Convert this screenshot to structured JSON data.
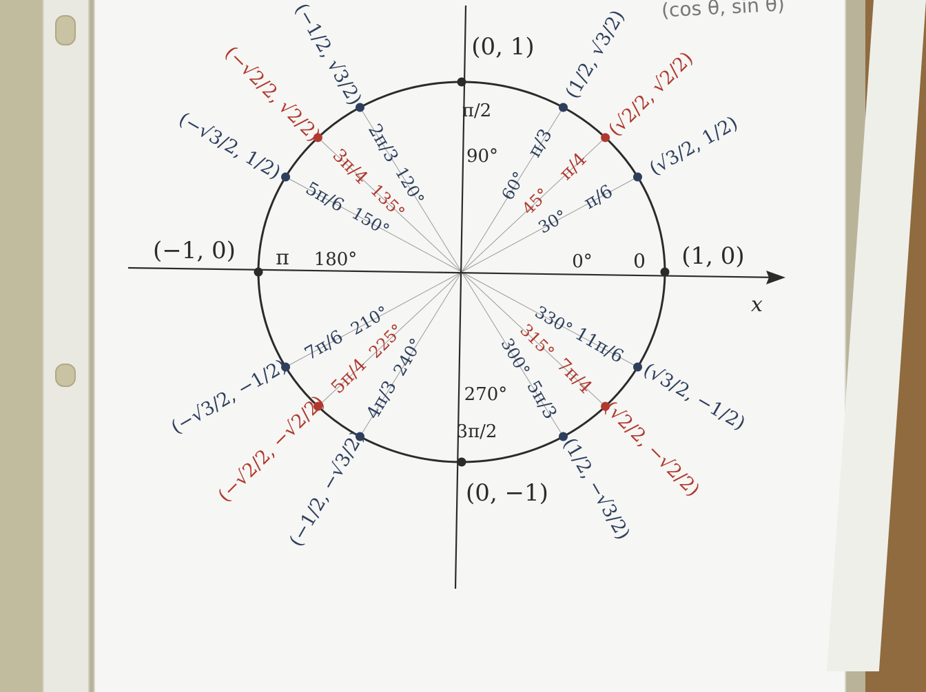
{
  "background": {
    "poster_color": "#f6f6f4",
    "wall_color": "#b9b39a",
    "corner_scribble": "(cos θ, sin θ)"
  },
  "colors": {
    "black": "#2b2b2b",
    "red": "#b0392e",
    "blue": "#2e3f5e"
  },
  "axis": {
    "x_label": "x"
  },
  "axis_points": {
    "right": "(1, 0)",
    "top": "(0, 1)",
    "left": "(−1, 0)",
    "bottom": "(0, −1)"
  },
  "angles": [
    {
      "deg": 0,
      "degree_label": "0°",
      "radian_label": "0",
      "coord": "(1, 0)",
      "color": "black"
    },
    {
      "deg": 30,
      "degree_label": "30°",
      "radian_label": "π/6",
      "coord": "(√3/2, 1/2)",
      "color": "blue"
    },
    {
      "deg": 45,
      "degree_label": "45°",
      "radian_label": "π/4",
      "coord": "(√2/2, √2/2)",
      "color": "red"
    },
    {
      "deg": 60,
      "degree_label": "60°",
      "radian_label": "π/3",
      "coord": "(1/2, √3/2)",
      "color": "blue"
    },
    {
      "deg": 90,
      "degree_label": "90°",
      "radian_label": "π/2",
      "coord": "(0, 1)",
      "color": "black"
    },
    {
      "deg": 120,
      "degree_label": "120°",
      "radian_label": "2π/3",
      "coord": "(−1/2, √3/2)",
      "color": "blue"
    },
    {
      "deg": 135,
      "degree_label": "135°",
      "radian_label": "3π/4",
      "coord": "(−√2/2, √2/2)",
      "color": "red"
    },
    {
      "deg": 150,
      "degree_label": "150°",
      "radian_label": "5π/6",
      "coord": "(−√3/2, 1/2)",
      "color": "blue"
    },
    {
      "deg": 180,
      "degree_label": "180°",
      "radian_label": "π",
      "coord": "(−1, 0)",
      "color": "black"
    },
    {
      "deg": 210,
      "degree_label": "210°",
      "radian_label": "7π/6",
      "coord": "(−√3/2, −1/2)",
      "color": "blue"
    },
    {
      "deg": 225,
      "degree_label": "225°",
      "radian_label": "5π/4",
      "coord": "(−√2/2, −√2/2)",
      "color": "red"
    },
    {
      "deg": 240,
      "degree_label": "240°",
      "radian_label": "4π/3",
      "coord": "(−1/2, −√3/2)",
      "color": "blue"
    },
    {
      "deg": 270,
      "degree_label": "270°",
      "radian_label": "3π/2",
      "coord": "(0, −1)",
      "color": "black"
    },
    {
      "deg": 300,
      "degree_label": "300°",
      "radian_label": "5π/3",
      "coord": "(1/2, −√3/2)",
      "color": "blue"
    },
    {
      "deg": 315,
      "degree_label": "315°",
      "radian_label": "7π/4",
      "coord": "(√2/2, −√2/2)",
      "color": "red"
    },
    {
      "deg": 330,
      "degree_label": "330°",
      "radian_label": "11π/6",
      "coord": "(√3/2, −1/2)",
      "color": "blue"
    }
  ]
}
